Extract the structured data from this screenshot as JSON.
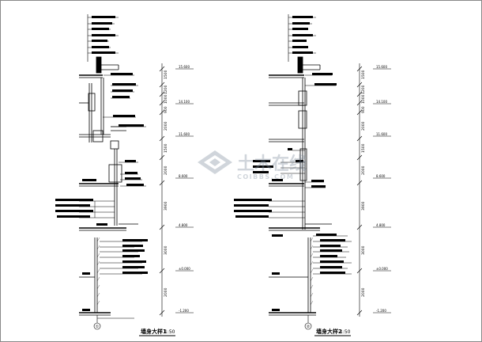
{
  "drawing_1": {
    "title": "墙身大样1",
    "scale": "1:50",
    "axis_label": "①",
    "dimensions": [
      "1500",
      "1200",
      "1000",
      "900",
      "2000",
      "1500",
      "2000",
      "3900",
      "3000",
      "2000"
    ],
    "elevations": [
      "15.600",
      "14.100",
      "11.600",
      "8.600",
      "4.800",
      "±0.000",
      "-1.200"
    ]
  },
  "drawing_2": {
    "title": "墙身大样2",
    "scale": "1:50",
    "axis_label": "②",
    "dimensions": [
      "1500",
      "1200",
      "1000",
      "900",
      "2000",
      "1500",
      "2000",
      "3900",
      "3000",
      "2000"
    ],
    "elevations": [
      "15.600",
      "14.100",
      "11.600",
      "8.600",
      "4.800",
      "±0.000",
      "-1.200"
    ]
  },
  "watermark": {
    "main": "土木在线",
    "sub": "COIBBS.COM"
  }
}
